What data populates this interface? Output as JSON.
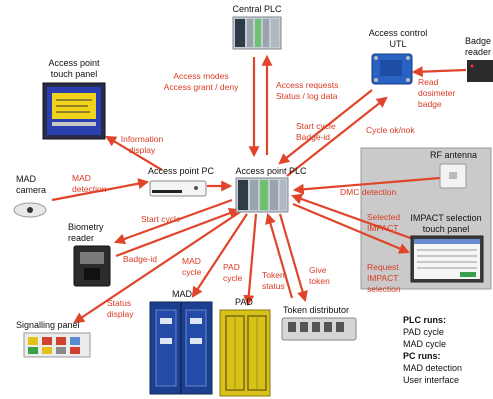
{
  "devices": {
    "central_plc": "Central PLC",
    "access_control_utl_line1": "Access control",
    "access_control_utl_line2": "UTL",
    "badge_reader_line1": "Badge",
    "badge_reader_line2": "reader",
    "access_point_touch_panel_line1": "Access point",
    "access_point_touch_panel_line2": "touch panel",
    "access_point_plc": "Access point PLC",
    "access_point_pc": "Access point PC",
    "mad_camera_line1": "MAD",
    "mad_camera_line2": "camera",
    "rf_antenna": "RF antenna",
    "impact_panel_line1": "IMPACT selection",
    "impact_panel_line2": "touch panel",
    "biometry_reader_line1": "Biometry",
    "biometry_reader_line2": "reader",
    "signalling_panel": "Signalling panel",
    "mad": "MAD",
    "pad": "PAD",
    "token_distributor": "Token distributor"
  },
  "flows": {
    "access_modes_1": "Access modes",
    "access_modes_2": "Access grant / deny",
    "access_requests_1": "Access requests",
    "access_requests_2": "Status / log data",
    "read_dosimeter_1": "Read",
    "read_dosimeter_2": "dosimeter",
    "read_dosimeter_3": "badge",
    "start_cycle_badge_1": "Start cycle",
    "start_cycle_badge_2": "Badge-id",
    "cycle_ok": "Cycle ok/nok",
    "information_display_1": "Information",
    "information_display_2": "display",
    "mad_detection_1": "MAD",
    "mad_detection_2": "detection",
    "dmc_detection": "DMC detection",
    "selected_impact_1": "Selected",
    "selected_impact_2": "IMPACT",
    "request_impact_1": "Request",
    "request_impact_2": "IMPACT",
    "request_impact_3": "selection",
    "start_cycle": "Start cycle",
    "badge_id": "Badge-id",
    "status_display_1": "Status",
    "status_display_2": "display",
    "mad_cycle_1": "MAD",
    "mad_cycle_2": "cycle",
    "pad_cycle_1": "PAD",
    "pad_cycle_2": "cycle",
    "token_status_1": "Token",
    "token_status_2": "status",
    "give_token_1": "Give",
    "give_token_2": "token"
  },
  "notes": {
    "plc_runs": "PLC runs:",
    "plc_item_1": "PAD cycle",
    "plc_item_2": "MAD cycle",
    "pc_runs": "PC runs:",
    "pc_item_1": "MAD detection",
    "pc_item_2": "User interface"
  },
  "colors": {
    "arrow": "#e0452b",
    "label": "#d93a22",
    "impact_box": "#c9c9c9",
    "mad_blue": "#1d3f8f",
    "pad_yellow": "#d8c21a"
  }
}
